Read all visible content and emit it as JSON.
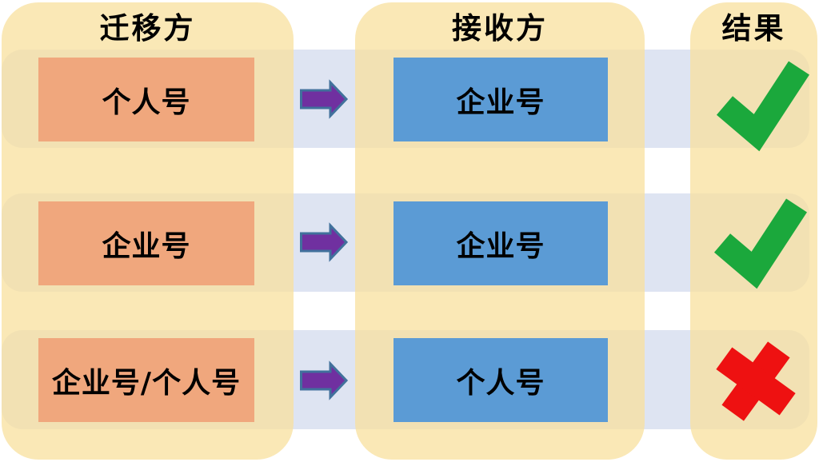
{
  "diagram": {
    "columns": {
      "source": {
        "header": "迁移方"
      },
      "target": {
        "header": "接收方"
      },
      "result": {
        "header": "结果"
      }
    },
    "rows": [
      {
        "source": "个人号",
        "target": "企业号",
        "result": "success",
        "result_icon": "checkmark-icon"
      },
      {
        "source": "企业号",
        "target": "企业号",
        "result": "success",
        "result_icon": "checkmark-icon"
      },
      {
        "source": "企业号/个人号",
        "target": "个人号",
        "result": "failure",
        "result_icon": "cross-icon"
      }
    ],
    "arrow_icon": "right-arrow-icon"
  },
  "colors": {
    "band_bg": "#dee4f2",
    "column_bg": "rgba(248,224,158,0.75)",
    "source_box": "#f0a77d",
    "target_box": "#5b9bd5",
    "arrow_fill": "#7030a0",
    "arrow_stroke": "#41719c",
    "success_green": "#1ba83c",
    "failure_red": "#ee1111",
    "text": "#000000"
  }
}
